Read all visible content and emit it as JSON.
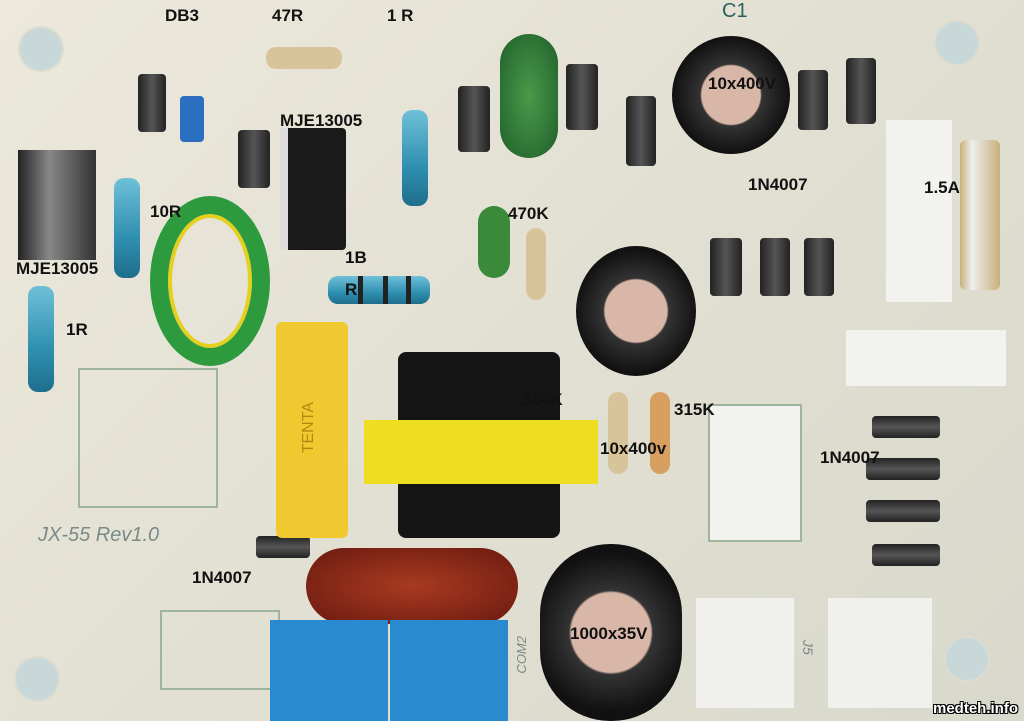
{
  "labels": {
    "db3": "DB3",
    "r47": "47R",
    "r1_top": "1 R",
    "c1_top": "10x400V",
    "mje_top": "MJE13005",
    "r10": "10R",
    "diodes_mid": "1N4007",
    "fuse": "1.5A",
    "r470k": "470K",
    "overlap_top": "1B",
    "overlap_bottom": "R",
    "mje_left": "MJE13005",
    "r1_left": "1R",
    "r354k": "354K",
    "r315k": "315K",
    "cap_small": "10x400v",
    "diodes_right": "1N4007",
    "diode_bottom": "1N4007",
    "cap_big": "1000x35V"
  },
  "silkscreen": {
    "board_id": "JX-55  Rev1.0",
    "c1": "C1",
    "com2": "COM2",
    "j5": "J5",
    "tenta": "TENTA"
  },
  "watermark": "medteh.info"
}
